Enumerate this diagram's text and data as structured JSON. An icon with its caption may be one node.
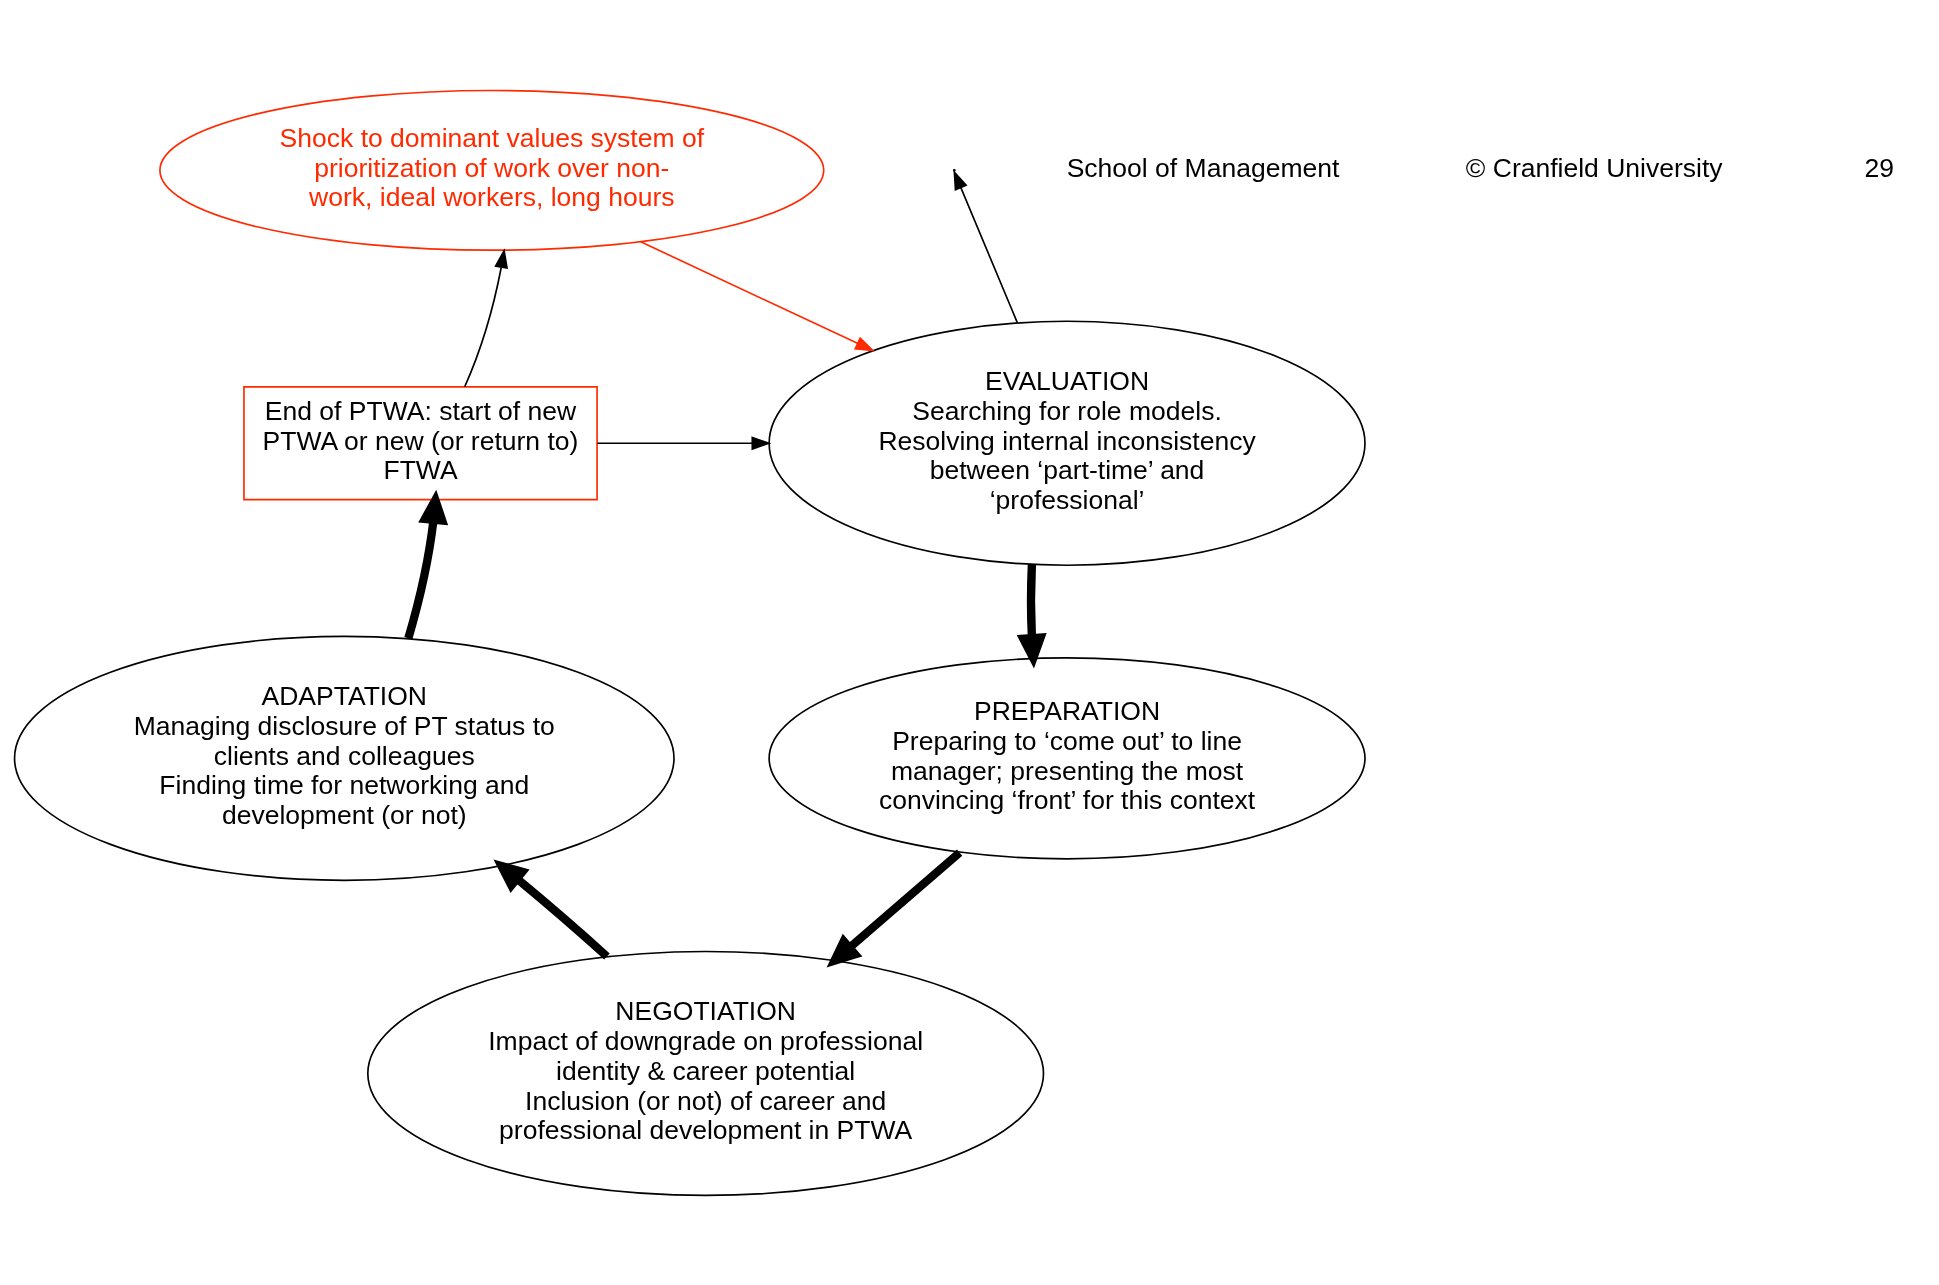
{
  "diagram": {
    "nodes": [
      {
        "text": [
          "Shock to dominant values system of prioritization of work over non-work, ideal workers, long hours"
        ]
      },
      {
        "text": [
          "End of PTWA: start of new PTWA or new (or return to) FTWA"
        ]
      },
      {
        "text": [
          "EVALUATION",
          "Searching for role models.",
          "Resolving internal inconsistency between ‘part-time’ and ‘professional’"
        ]
      },
      {
        "text": [
          "PREPARATION",
          "Preparing to ‘come out’ to line manager; presenting the most convincing ‘front’ for this context"
        ]
      },
      {
        "text": [
          "NEGOTIATION",
          "Impact of downgrade on professional identity & career potential",
          "Inclusion (or not) of career and professional development in PTWA"
        ]
      },
      {
        "text": [
          "ADAPTATION",
          "Managing disclosure of PT status to clients and colleagues",
          "Finding time for networking and development (or not)"
        ]
      }
    ],
    "edges": [
      {
        "from": 0,
        "to": 2,
        "arrow": "to",
        "color": "#ff2a00"
      },
      {
        "from": 1,
        "to": 0,
        "arrow": "to"
      },
      {
        "from": 1,
        "to": 2,
        "arrow": "to"
      },
      {
        "from": 2,
        "to": null,
        "arrow": "to"
      },
      {
        "from": 2,
        "to": 3,
        "arrow": "to",
        "style": "thick"
      },
      {
        "from": 3,
        "to": 4,
        "arrow": "to",
        "style": "thick"
      },
      {
        "from": 4,
        "to": 5,
        "arrow": "to",
        "style": "thick"
      },
      {
        "from": 5,
        "to": 1,
        "arrow": "to",
        "style": "thick"
      }
    ],
    "labels": [
      "School of Management",
      "© Cranfield University",
      "29"
    ]
  }
}
